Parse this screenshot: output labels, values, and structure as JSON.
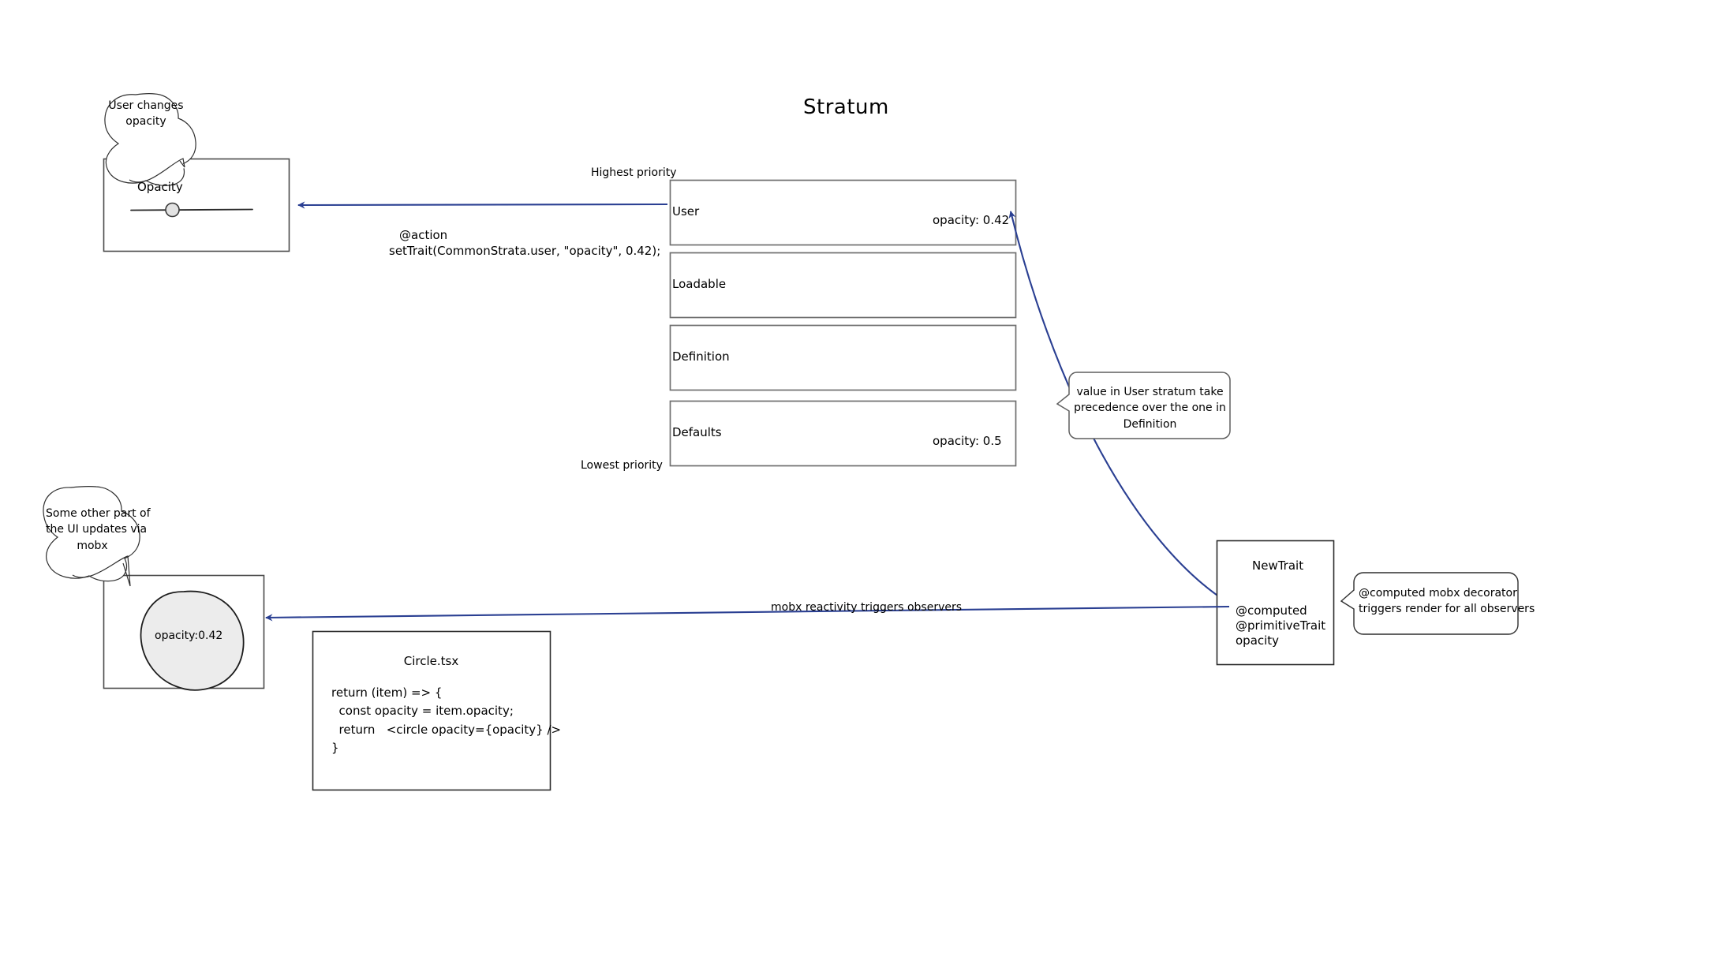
{
  "diagram": {
    "title": "Stratum",
    "accent_color": "#2a3f92",
    "box_border_color": "#777777",
    "box_border_color_dark": "#000000",
    "circle_fill": "#e8e8e8"
  },
  "opacity_panel": {
    "label": "Opacity",
    "slider_value": 0.42,
    "callout": "User changes\nopacity"
  },
  "action_code": {
    "line1": "@action",
    "line2": "setTrait(CommonStrata.user, \"opacity\", 0.42);"
  },
  "priority": {
    "highest": "Highest priority",
    "lowest": "Lowest priority"
  },
  "strata": [
    {
      "name": "User",
      "value": "opacity: 0.42"
    },
    {
      "name": "Loadable",
      "value": ""
    },
    {
      "name": "Definition",
      "value": ""
    },
    {
      "name": "Defaults",
      "value": "opacity: 0.5"
    }
  ],
  "precedence_callout": "value in User stratum take\nprecedence over the one in\nDefinition",
  "new_trait": {
    "title": "NewTrait",
    "lines": "@computed\n@primitiveTrait\nopacity"
  },
  "computed_callout": "@computed mobx decorator\ntriggers render for all observers",
  "mobx_edge_label": "mobx reactivity triggers observers",
  "render_panel": {
    "circle_label": "opacity:0.42",
    "callout": "Some other part of\nthe UI updates via\nmobx"
  },
  "circle_tsx": {
    "title": "Circle.tsx",
    "code": "return (item) => {\n  const opacity = item.opacity;\n  return   <circle opacity={opacity} />\n}"
  }
}
